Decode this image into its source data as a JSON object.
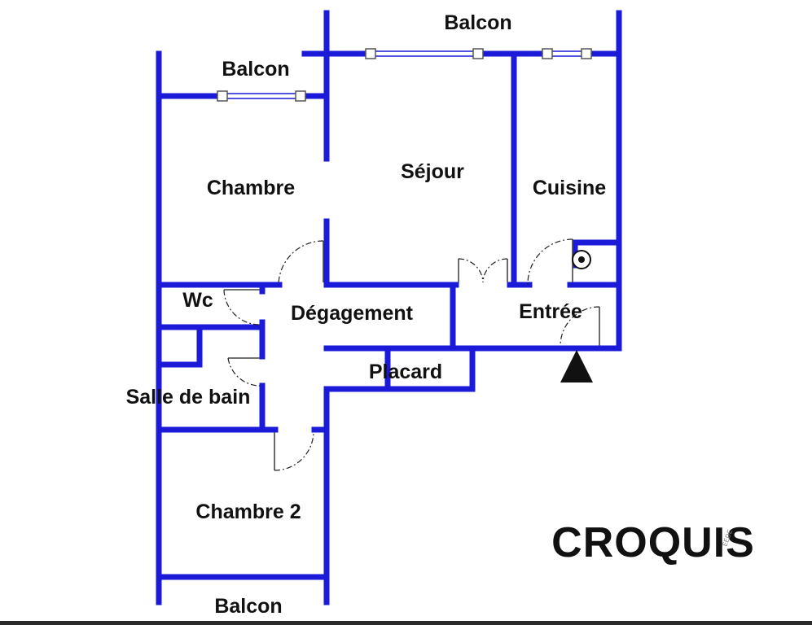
{
  "rooms": {
    "balcon_top": "Balcon",
    "balcon_left": "Balcon",
    "balcon_bottom": "Balcon",
    "chambre": "Chambre",
    "sejour": "Séjour",
    "cuisine": "Cuisine",
    "wc": "Wc",
    "degagement": "Dégagement",
    "entree": "Entrée",
    "placard": "Placard",
    "salle_de_bain": "Salle de bain",
    "chambre_2": "Chambre 2"
  },
  "stamp": {
    "title": "CROQUIS",
    "watermark": "EEDE"
  },
  "colors": {
    "wall": "#1a1ad8",
    "text": "#111111",
    "background": "#ffffff"
  },
  "icons": {
    "entry_marker": "triangle-up-icon",
    "boiler": "boiler-icon"
  }
}
